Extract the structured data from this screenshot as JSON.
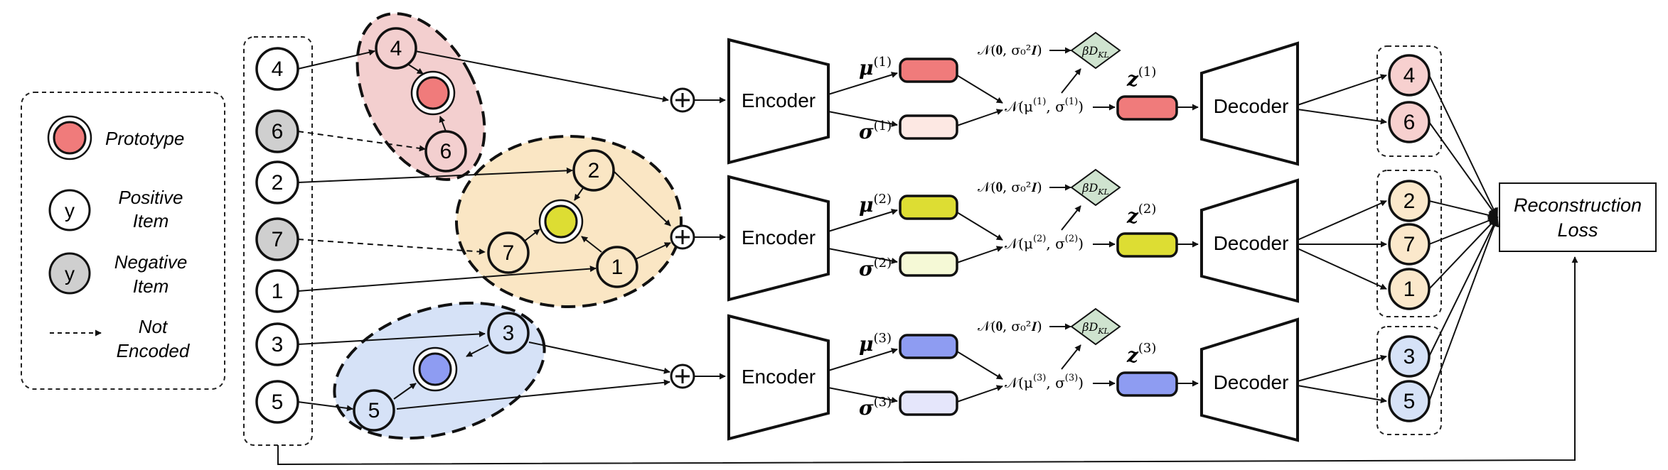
{
  "legend": {
    "prototype": "Prototype",
    "positive_symbol": "y",
    "positive_line1": "Positive",
    "positive_line2": "Item",
    "negative_symbol": "y",
    "negative_line1": "Negative",
    "negative_line2": "Item",
    "not_encoded_line1": "Not",
    "not_encoded_line2": "Encoded"
  },
  "items": {
    "list": [
      "4",
      "6",
      "2",
      "7",
      "1",
      "3",
      "5"
    ],
    "negative": [
      "6",
      "7"
    ]
  },
  "clusters": [
    {
      "id": "1",
      "nodes": [
        "4",
        "6"
      ],
      "fill": "#f3cfcf",
      "proto": "#f07b7b",
      "mu_color": "#f07b7b",
      "sigma_color": "#fde8e3",
      "z_color": "#f07b7b",
      "out_fill": "#f7d0cf"
    },
    {
      "id": "2",
      "nodes": [
        "2",
        "7",
        "1"
      ],
      "fill": "#fae6c4",
      "proto": "#dddd33",
      "mu_color": "#dddd33",
      "sigma_color": "#f5f9d6",
      "z_color": "#dddd33",
      "out_fill": "#fbe8cb"
    },
    {
      "id": "3",
      "nodes": [
        "3",
        "5"
      ],
      "fill": "#d6e2f7",
      "proto": "#8e9cf2",
      "mu_color": "#8e9cf2",
      "sigma_color": "#e5e6fb",
      "z_color": "#8e9cf2",
      "out_fill": "#d6e2f7"
    }
  ],
  "labels": {
    "encoder": "Encoder",
    "decoder": "Decoder",
    "recon_line1": "Reconstruction",
    "recon_line2": "Loss",
    "plus": "+",
    "mu": "μ",
    "sigma": "σ",
    "z": "z",
    "prior": "𝒩(𝟎, σ₀²𝑰)",
    "kl": "βD",
    "kl_sub": "KL"
  },
  "outputs": [
    [
      "4",
      "6"
    ],
    [
      "2",
      "7",
      "1"
    ],
    [
      "3",
      "5"
    ]
  ]
}
